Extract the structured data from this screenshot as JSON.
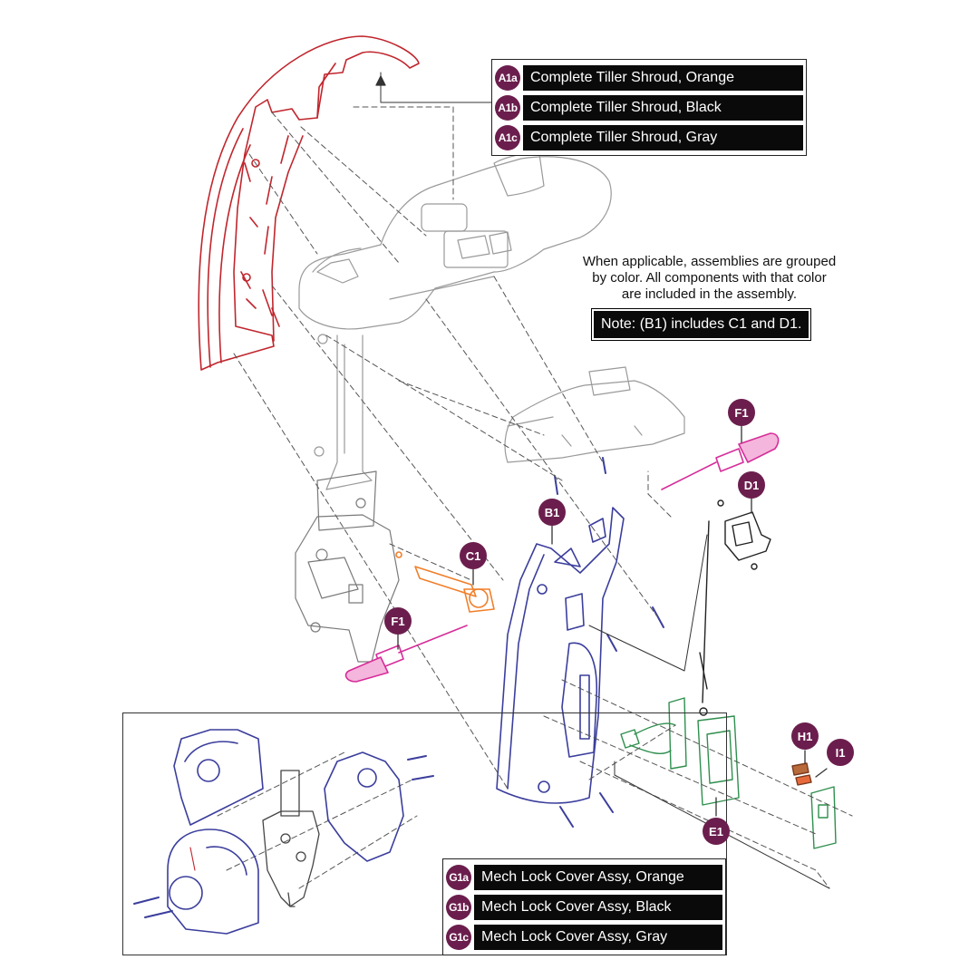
{
  "legend_a": [
    {
      "badge": "A1a",
      "label": "Complete Tiller Shroud, Orange"
    },
    {
      "badge": "A1b",
      "label": "Complete Tiller Shroud, Black"
    },
    {
      "badge": "A1c",
      "label": "Complete Tiller Shroud, Gray"
    }
  ],
  "legend_g": [
    {
      "badge": "G1a",
      "label": "Mech Lock Cover Assy, Orange"
    },
    {
      "badge": "G1b",
      "label": "Mech Lock Cover Assy, Black"
    },
    {
      "badge": "G1c",
      "label": "Mech Lock Cover Assy, Gray"
    }
  ],
  "info": {
    "line1": "When applicable, assemblies are grouped",
    "line2": "by color. All components with that color",
    "line3": "are included in the assembly.",
    "note": "Note: (B1) includes C1 and D1."
  },
  "callouts": {
    "f1_top": "F1",
    "d1": "D1",
    "b1": "B1",
    "c1": "C1",
    "f1_left": "F1",
    "h1": "H1",
    "i1": "I1",
    "e1": "E1"
  },
  "colors": {
    "shroud_red": "#c0262d",
    "cover_blue": "#3b3e9c",
    "tool_magenta": "#d62d9a",
    "part_orange": "#f07f2a",
    "part_green": "#2f8f4e",
    "badge_purple": "#6b1e4d",
    "line_gray": "#555555"
  }
}
